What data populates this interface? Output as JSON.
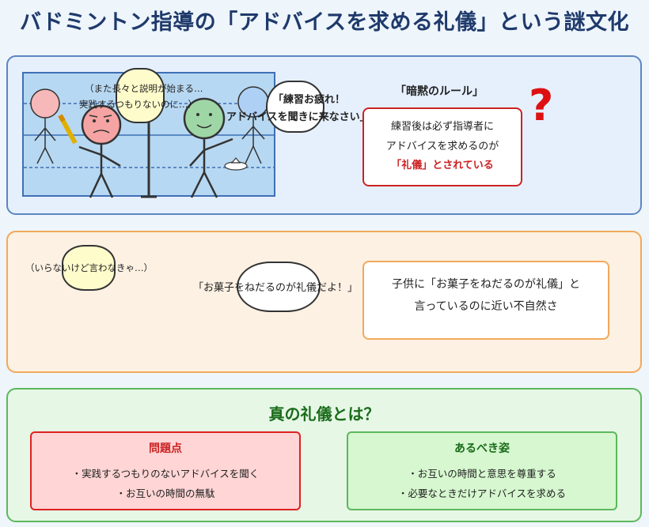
{
  "title": "バドミントン指導の「アドバイスを求める礼儀」という謎文化",
  "panel1": {
    "thought_line1": "（また長々と説明が始まる…",
    "thought_line2": "実践するつもりないのに…）",
    "speech_line1": "「練習お疲れ！",
    "speech_line2": "アドバイスを聞きに来なさい」",
    "rule_title": "「暗黙のルール」",
    "rule_line1": "練習後は必ず指導者に",
    "rule_line2": "アドバイスを求めるのが",
    "rule_line3": "「礼儀」とされている",
    "question_mark": "?"
  },
  "panel2": {
    "thought": "（いらないけど言わなきゃ…）",
    "speech": "「お菓子をねだるのが礼儀だよ！」",
    "analogy_line1": "子供に「お菓子をねだるのが礼儀」と",
    "analogy_line2": "言っているのに近い不自然さ"
  },
  "panel3": {
    "heading": "真の礼儀とは？",
    "problem_title": "問題点",
    "problem_items": [
      "・実践するつもりのないアドバイスを聞く",
      "・お互いの時間の無駄"
    ],
    "ideal_title": "あるべき姿",
    "ideal_items": [
      "・お互いの時間と意思を尊重する",
      "・必要なときだけアドバイスを求める"
    ]
  },
  "colors": {
    "title": "#1f3a6b",
    "panel1_border": "#5b86c2",
    "panel2_border": "#f2a85a",
    "panel3_border": "#5cb85c",
    "rule_red": "#cc2222",
    "heading_green": "#1a6b1a"
  }
}
